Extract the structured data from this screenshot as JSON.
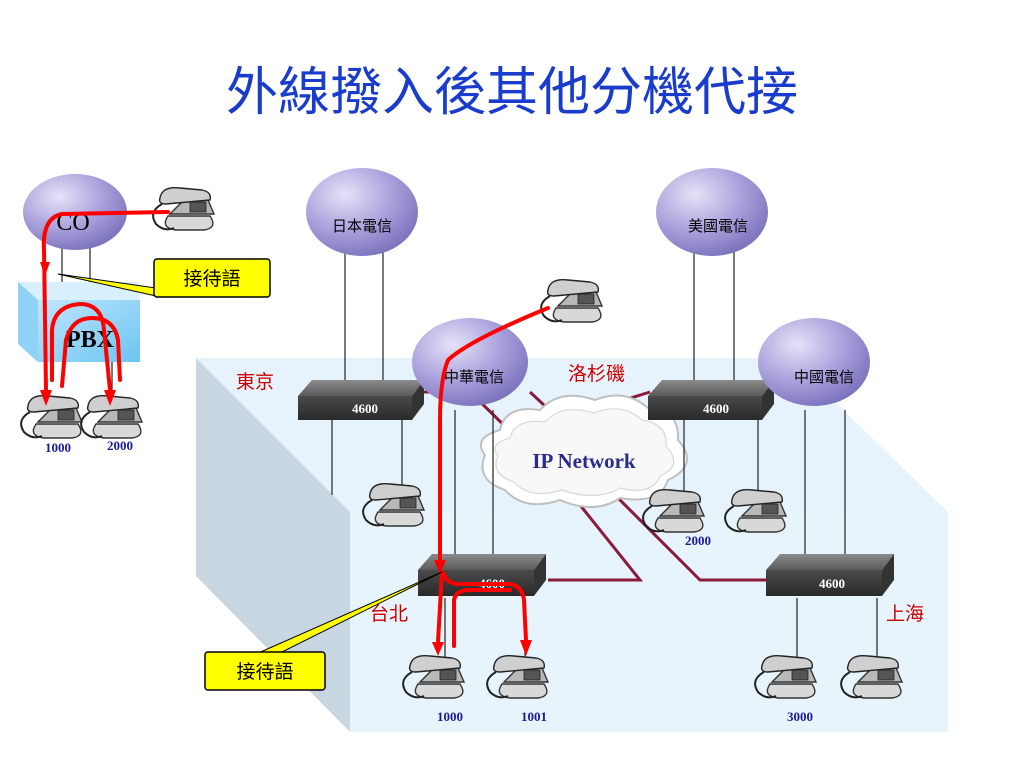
{
  "title": "外線撥入後其他分機代接",
  "clouds": {
    "co": "CO",
    "japan": "日本電信",
    "usa": "美國電信",
    "cht": "中華電信",
    "china": "中國電信"
  },
  "pbx": "PBX",
  "ip_network": "IP Network",
  "cities": {
    "tokyo": "東京",
    "la": "洛杉磯",
    "taipei": "台北",
    "shanghai": "上海"
  },
  "switches": {
    "tokyo": "4600",
    "la": "4600",
    "taipei": "4600",
    "shanghai": "4600"
  },
  "extensions": {
    "pbx_1": "1000",
    "pbx_2": "2000",
    "la": "2000",
    "taipei_1": "1000",
    "taipei_2": "1001",
    "shanghai": "3000"
  },
  "callouts": {
    "top": "接待語",
    "bottom": "接待語"
  },
  "colors": {
    "title": "#1a3ccc",
    "call_path": "#ff0000",
    "wan_link": "#8b1a3a",
    "callout_fill": "#ffff00",
    "platform": "#e8f4fc",
    "cloud": "#9a92d4"
  }
}
